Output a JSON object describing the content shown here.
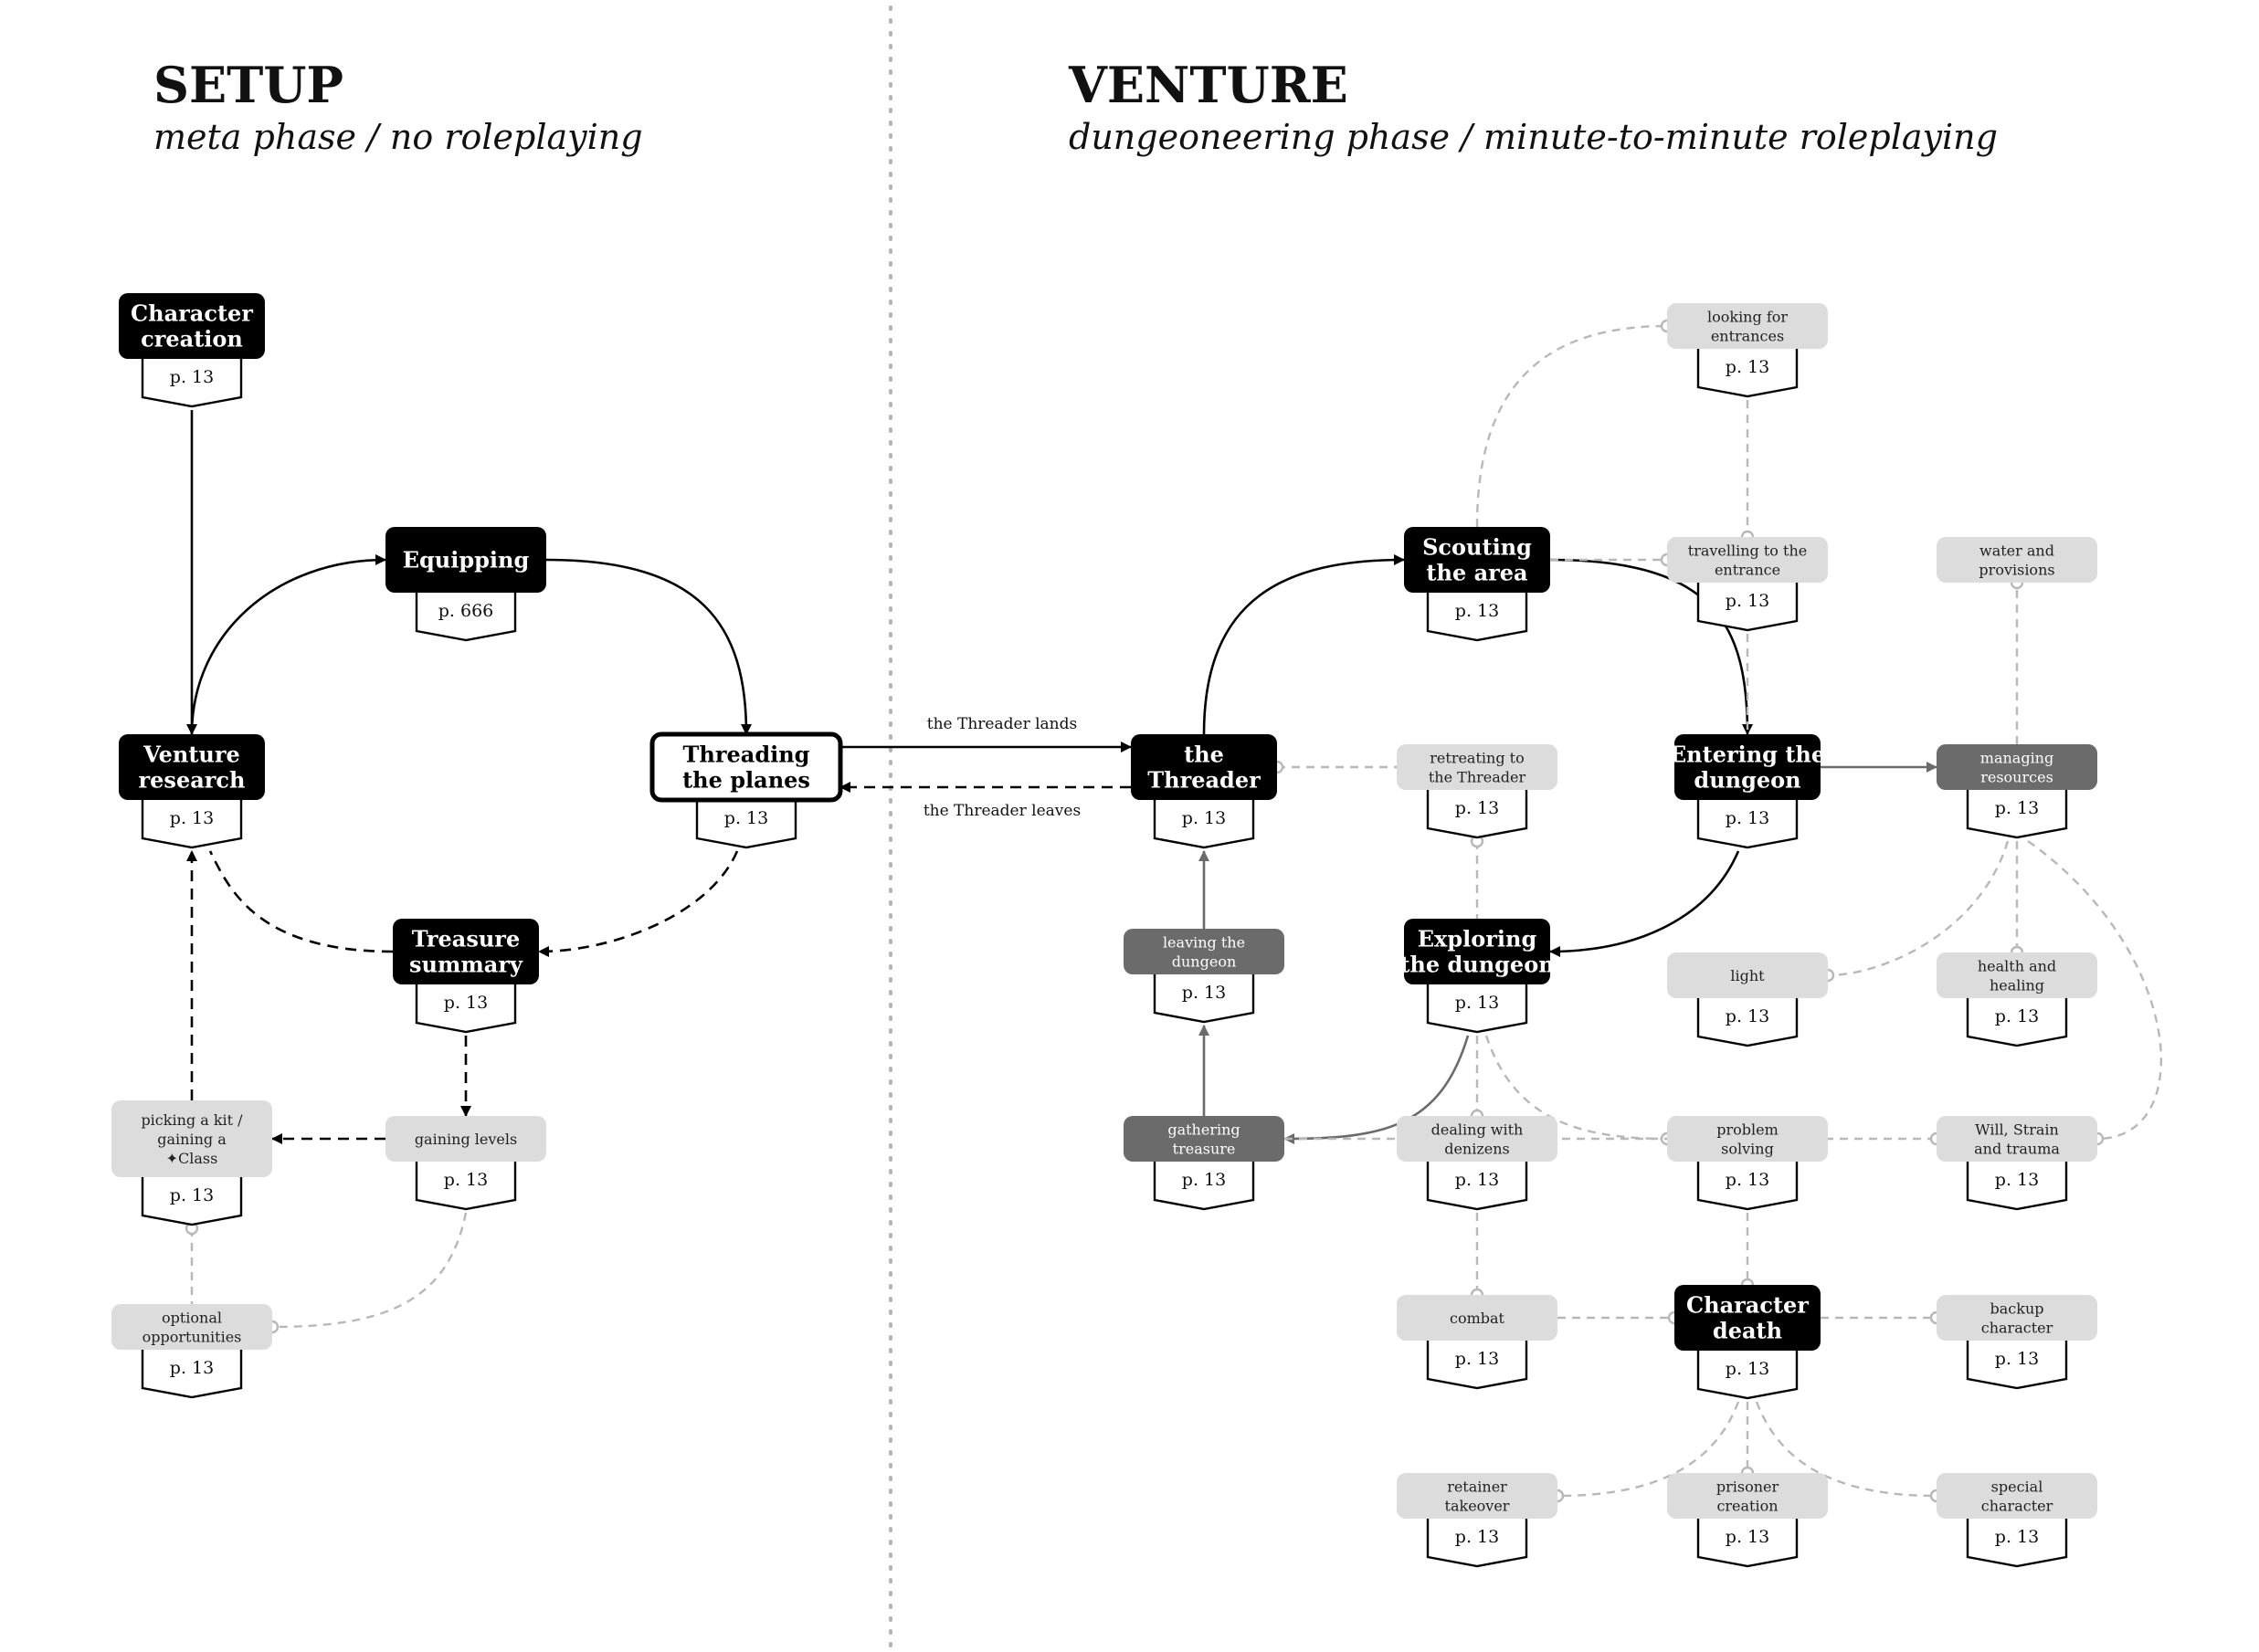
{
  "headings": {
    "setup_title": "SETUP",
    "setup_subtitle": "meta phase / no roleplaying",
    "venture_title": "VENTURE",
    "venture_subtitle": "dungeoneering phase / minute-to-minute roleplaying"
  },
  "colors": {
    "primary_node": "#000000",
    "secondary_node": "#6b6b6b",
    "optional_node": "#dcdcdc",
    "solid_edge": "#000000",
    "grey_edge": "#6b6b6b",
    "optional_edge": "#b8b8b8",
    "divider": "#b5b5b5"
  },
  "nodes": [
    {
      "id": "character-creation",
      "kind": "primary",
      "lines": [
        "Character",
        "creation"
      ],
      "page": "p. 13"
    },
    {
      "id": "equipping",
      "kind": "primary",
      "lines": [
        "Equipping"
      ],
      "page": "p. 666"
    },
    {
      "id": "venture-research",
      "kind": "primary",
      "lines": [
        "Venture",
        "research"
      ],
      "page": "p. 13"
    },
    {
      "id": "threading-the-planes",
      "kind": "outline",
      "lines": [
        "Threading",
        "the planes"
      ],
      "page": "p. 13"
    },
    {
      "id": "treasure-summary",
      "kind": "primary",
      "lines": [
        "Treasure",
        "summary"
      ],
      "page": "p. 13"
    },
    {
      "id": "picking-a-kit",
      "kind": "optional",
      "lines": [
        "picking a kit /",
        "gaining a",
        "✦Class"
      ],
      "page": "p. 13"
    },
    {
      "id": "gaining-levels",
      "kind": "optional",
      "lines": [
        "gaining levels"
      ],
      "page": "p. 13"
    },
    {
      "id": "optional-opportunities",
      "kind": "optional",
      "lines": [
        "optional",
        "opportunities"
      ],
      "page": "p. 13"
    },
    {
      "id": "the-threader",
      "kind": "primary",
      "lines": [
        "the",
        "Threader"
      ],
      "page": "p. 13"
    },
    {
      "id": "scouting-the-area",
      "kind": "primary",
      "lines": [
        "Scouting",
        "the area"
      ],
      "page": "p. 13"
    },
    {
      "id": "looking-for-entrances",
      "kind": "optional",
      "lines": [
        "looking for",
        "entrances"
      ],
      "page": "p. 13"
    },
    {
      "id": "travelling-to-the-entrance",
      "kind": "optional",
      "lines": [
        "travelling to the",
        "entrance"
      ],
      "page": "p. 13"
    },
    {
      "id": "water-and-provisions",
      "kind": "optional",
      "lines": [
        "water and",
        "provisions"
      ],
      "page": null
    },
    {
      "id": "retreating-to-the-threader",
      "kind": "optional",
      "lines": [
        "retreating to",
        "the Threader"
      ],
      "page": "p. 13"
    },
    {
      "id": "entering-the-dungeon",
      "kind": "primary",
      "lines": [
        "Entering the",
        "dungeon"
      ],
      "page": "p. 13"
    },
    {
      "id": "managing-resources",
      "kind": "secondary",
      "lines": [
        "managing",
        "resources"
      ],
      "page": "p. 13"
    },
    {
      "id": "leaving-the-dungeon",
      "kind": "secondary",
      "lines": [
        "leaving the",
        "dungeon"
      ],
      "page": "p. 13"
    },
    {
      "id": "exploring-the-dungeon",
      "kind": "primary",
      "lines": [
        "Exploring",
        "the dungeon"
      ],
      "page": "p. 13"
    },
    {
      "id": "light",
      "kind": "optional",
      "lines": [
        "light"
      ],
      "page": "p. 13"
    },
    {
      "id": "health-and-healing",
      "kind": "optional",
      "lines": [
        "health and",
        "healing"
      ],
      "page": "p. 13"
    },
    {
      "id": "gathering-treasure",
      "kind": "secondary",
      "lines": [
        "gathering",
        "treasure"
      ],
      "page": "p. 13"
    },
    {
      "id": "dealing-with-denizens",
      "kind": "optional",
      "lines": [
        "dealing with",
        "denizens"
      ],
      "page": "p. 13"
    },
    {
      "id": "problem-solving",
      "kind": "optional",
      "lines": [
        "problem",
        "solving"
      ],
      "page": "p. 13"
    },
    {
      "id": "will-strain-and-trauma",
      "kind": "optional",
      "lines": [
        "Will, Strain",
        "and trauma"
      ],
      "page": "p. 13"
    },
    {
      "id": "combat",
      "kind": "optional",
      "lines": [
        "combat"
      ],
      "page": "p. 13"
    },
    {
      "id": "character-death",
      "kind": "primary",
      "lines": [
        "Character",
        "death"
      ],
      "page": "p. 13"
    },
    {
      "id": "backup-character",
      "kind": "optional",
      "lines": [
        "backup",
        "character"
      ],
      "page": "p. 13"
    },
    {
      "id": "retainer-takeover",
      "kind": "optional",
      "lines": [
        "retainer",
        "takeover"
      ],
      "page": "p. 13"
    },
    {
      "id": "prisoner-creation",
      "kind": "optional",
      "lines": [
        "prisoner",
        "creation"
      ],
      "page": "p. 13"
    },
    {
      "id": "special-character",
      "kind": "optional",
      "lines": [
        "special",
        "character"
      ],
      "page": "p. 13"
    }
  ],
  "edges": [
    {
      "from": "character-creation",
      "to": "venture-research",
      "style": "solid"
    },
    {
      "from": "venture-research",
      "to": "equipping",
      "style": "solid"
    },
    {
      "from": "equipping",
      "to": "threading-the-planes",
      "style": "solid"
    },
    {
      "from": "threading-the-planes",
      "to": "treasure-summary",
      "style": "dashed"
    },
    {
      "from": "treasure-summary",
      "to": "venture-research",
      "style": "dashed-no-arrow"
    },
    {
      "from": "treasure-summary",
      "to": "gaining-levels",
      "style": "dashed"
    },
    {
      "from": "gaining-levels",
      "to": "picking-a-kit",
      "style": "dashed"
    },
    {
      "from": "picking-a-kit",
      "to": "venture-research",
      "style": "dashed"
    },
    {
      "from": "picking-a-kit",
      "to": "optional-opportunities",
      "style": "optional"
    },
    {
      "from": "gaining-levels",
      "to": "optional-opportunities",
      "style": "optional"
    },
    {
      "from": "threading-the-planes",
      "to": "the-threader",
      "style": "solid",
      "label": "the Threader lands"
    },
    {
      "from": "the-threader",
      "to": "threading-the-planes",
      "style": "dashed",
      "label": "the Threader leaves"
    },
    {
      "from": "the-threader",
      "to": "scouting-the-area",
      "style": "solid"
    },
    {
      "from": "scouting-the-area",
      "to": "entering-the-dungeon",
      "style": "solid"
    },
    {
      "from": "entering-the-dungeon",
      "to": "exploring-the-dungeon",
      "style": "solid"
    },
    {
      "from": "exploring-the-dungeon",
      "to": "gathering-treasure",
      "style": "grey"
    },
    {
      "from": "gathering-treasure",
      "to": "leaving-the-dungeon",
      "style": "grey"
    },
    {
      "from": "leaving-the-dungeon",
      "to": "the-threader",
      "style": "grey"
    },
    {
      "from": "entering-the-dungeon",
      "to": "managing-resources",
      "style": "grey"
    },
    {
      "from": "scouting-the-area",
      "to": "looking-for-entrances",
      "style": "optional"
    },
    {
      "from": "scouting-the-area",
      "to": "travelling-to-the-entrance",
      "style": "optional"
    },
    {
      "from": "looking-for-entrances",
      "to": "travelling-to-the-entrance",
      "style": "optional"
    },
    {
      "from": "travelling-to-the-entrance",
      "to": "entering-the-dungeon",
      "style": "optional"
    },
    {
      "from": "the-threader",
      "to": "retreating-to-the-threader",
      "style": "optional"
    },
    {
      "from": "retreating-to-the-threader",
      "to": "exploring-the-dungeon",
      "style": "optional"
    },
    {
      "from": "managing-resources",
      "to": "water-and-provisions",
      "style": "optional"
    },
    {
      "from": "managing-resources",
      "to": "light",
      "style": "optional"
    },
    {
      "from": "managing-resources",
      "to": "health-and-healing",
      "style": "optional"
    },
    {
      "from": "managing-resources",
      "to": "will-strain-and-trauma",
      "style": "optional"
    },
    {
      "from": "exploring-the-dungeon",
      "to": "dealing-with-denizens",
      "style": "optional"
    },
    {
      "from": "exploring-the-dungeon",
      "to": "problem-solving",
      "style": "optional"
    },
    {
      "from": "gathering-treasure",
      "to": "will-strain-and-trauma",
      "style": "optional"
    },
    {
      "from": "dealing-with-denizens",
      "to": "combat",
      "style": "optional"
    },
    {
      "from": "problem-solving",
      "to": "character-death",
      "style": "optional"
    },
    {
      "from": "combat",
      "to": "character-death",
      "style": "optional"
    },
    {
      "from": "character-death",
      "to": "backup-character",
      "style": "optional"
    },
    {
      "from": "character-death",
      "to": "retainer-takeover",
      "style": "optional"
    },
    {
      "from": "character-death",
      "to": "prisoner-creation",
      "style": "optional"
    },
    {
      "from": "character-death",
      "to": "special-character",
      "style": "optional"
    }
  ]
}
